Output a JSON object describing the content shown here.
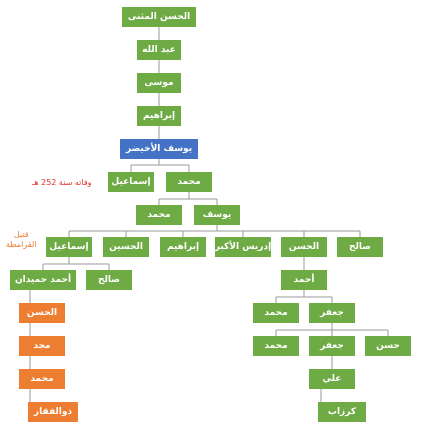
{
  "colors": {
    "green": "#6fab45",
    "blue": "#4472c4",
    "orange": "#ed7d31",
    "line": "#9a9a9a",
    "note_red": "#e0322b"
  },
  "nodes": {
    "hasan_muthanna": "الحسن المثنى",
    "abdullah": "عبد الله",
    "musa": "موسى",
    "ibrahim_1": "إبراهيم",
    "yusuf_ukhaydir": "يوسف الأخيضر",
    "ismail_1": "إسماعيل",
    "muhammad_1": "محمد",
    "muhammad_2": "محمد",
    "yusuf_2": "يوسف",
    "ismail_2": "إسماعيل",
    "husayn": "الحسين",
    "ibrahim_2": "إبراهيم",
    "idris_akbar": "إدريس الأكبر",
    "hasan_3": "الحسن",
    "salih_1": "صالح",
    "ahmad_hamdan": "أحمد حميدان",
    "salih_2": "صالح",
    "ahmad": "أحمد",
    "hasan_orange": "الحسن",
    "muhammad_3": "محمد",
    "jafar_1": "جعفر",
    "majd": "مجد",
    "muhammad_4": "محمد",
    "jafar_2": "جعفر",
    "hasan_4": "حسن",
    "muhammad_orange": "محمد",
    "ali": "علي",
    "dhulfiqar": "ذوالفقار",
    "kurzab": "كرزاب"
  },
  "notes": {
    "death": "وفاته سنة 252 هـ",
    "killed_line1": "قتيل",
    "killed_line2": "القرامطة"
  }
}
